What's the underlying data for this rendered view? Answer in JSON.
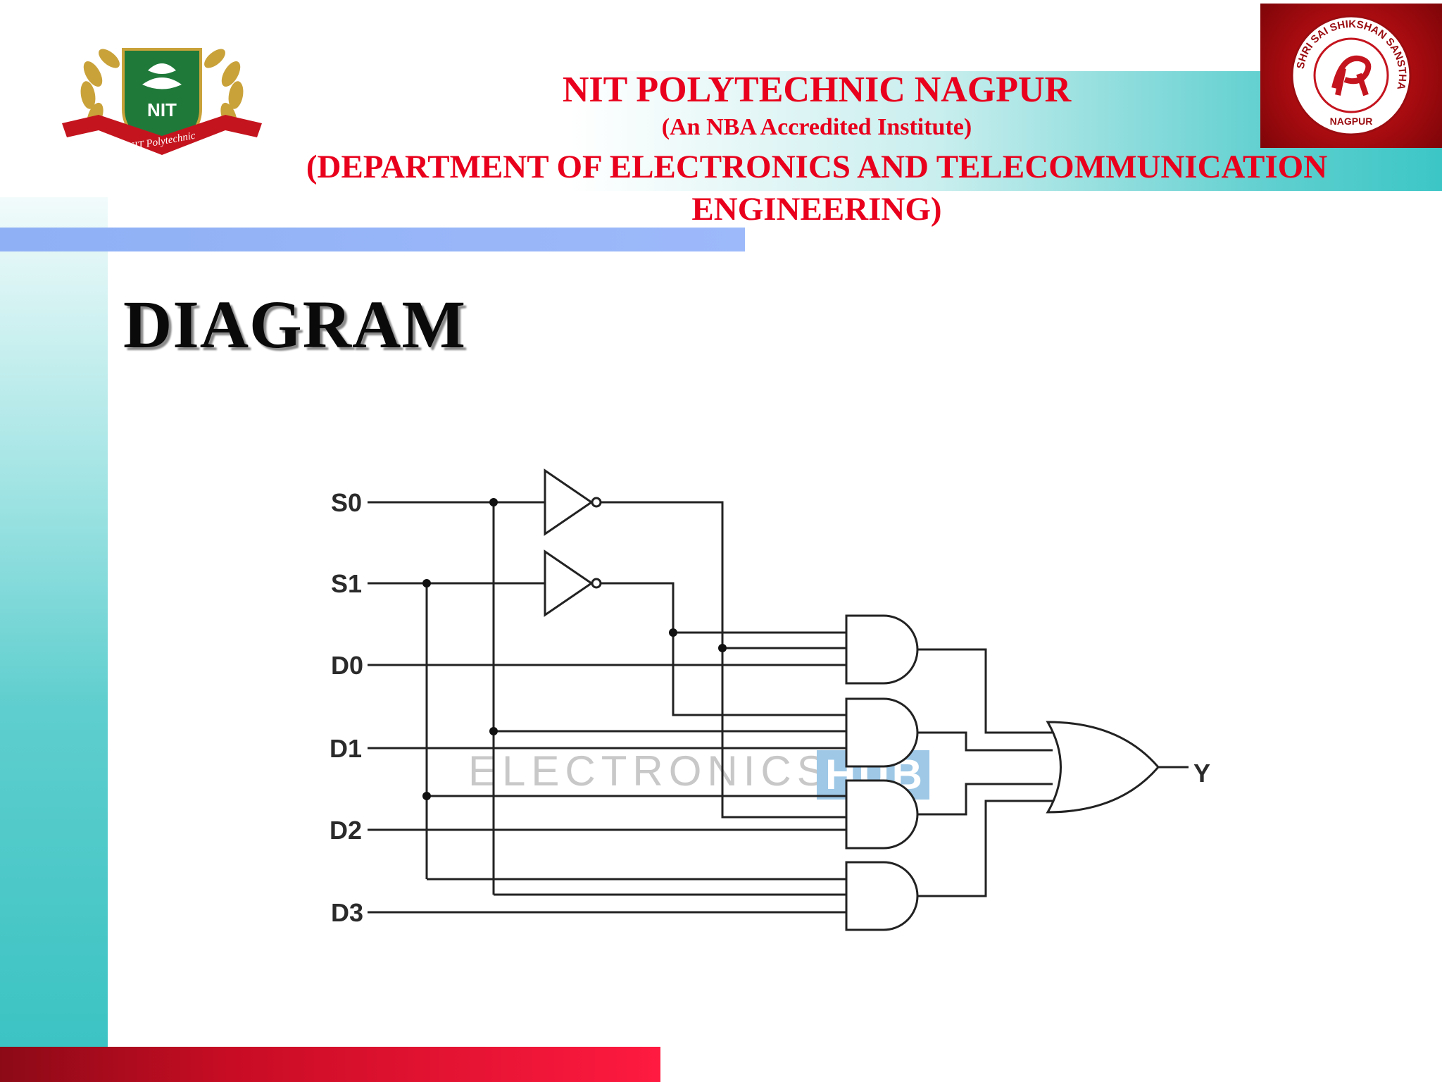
{
  "header": {
    "institute": "NIT POLYTECHNIC NAGPUR",
    "accreditation": "(An NBA Accredited Institute)",
    "department_line1": "(DEPARTMENT OF ELECTRONICS AND TELECOMMUNICATION",
    "department_line2": "ENGINEERING)"
  },
  "logos": {
    "left": {
      "text": "NIT",
      "ribbon": "NIT Polytechnic"
    },
    "right": {
      "ring_text": "SHRI SAI SHIKSHAN SANSTHA",
      "bottom_text": "NAGPUR"
    }
  },
  "slide_title": "DIAGRAM",
  "diagram": {
    "inputs": [
      "S0",
      "S1",
      "D0",
      "D1",
      "D2",
      "D3"
    ],
    "output": "Y",
    "watermark": "ELECTRONICS",
    "watermark_badge": "HUB"
  },
  "colors": {
    "header_text": "#e8001c",
    "teal": "#3cc6c6",
    "blue_bar": "#9db9fa",
    "red_bar": "#c80c24"
  }
}
